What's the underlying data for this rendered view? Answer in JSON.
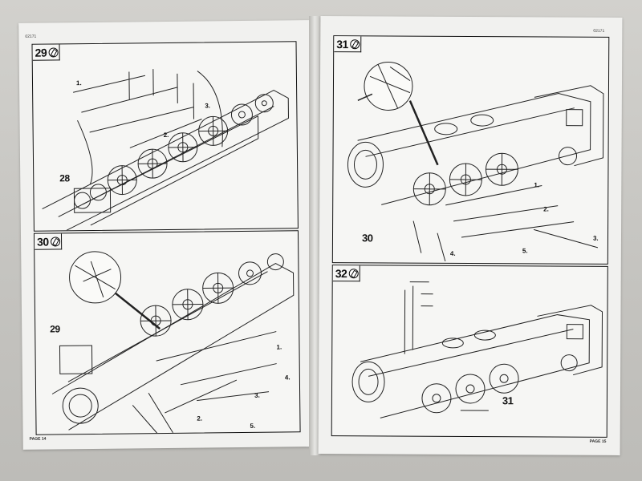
{
  "left_page": {
    "code": "02171",
    "page_label": "PAGE 14",
    "steps": [
      {
        "number": "29",
        "prior_assembly_ref": "28",
        "substeps": [
          "1.",
          "2.",
          "3."
        ]
      },
      {
        "number": "30",
        "prior_assembly_ref": "29",
        "substeps": [
          "1.",
          "2.",
          "3.",
          "4.",
          "5."
        ]
      }
    ]
  },
  "right_page": {
    "code": "02171",
    "page_label": "PAGE 15",
    "steps": [
      {
        "number": "31",
        "prior_assembly_ref": "30",
        "substeps": [
          "1.",
          "2.",
          "3.",
          "4.",
          "5."
        ]
      },
      {
        "number": "32",
        "prior_assembly_ref": "31"
      }
    ]
  },
  "icons": {
    "glue": "glue-tube-icon"
  }
}
